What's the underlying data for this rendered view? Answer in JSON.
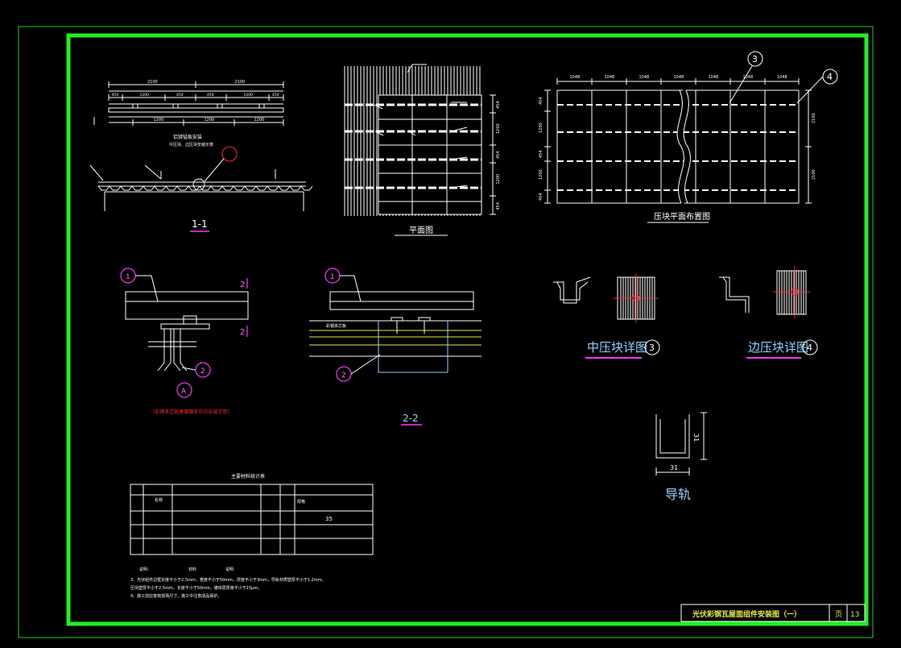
{
  "colors": {
    "background": "#000000",
    "frame": "#22ee22",
    "outer_frame": "#22cc22",
    "lines": "#ffffff",
    "callout": "#ff33ff",
    "note_red": "#ff2a2a",
    "cyan_text": "#8fd2ff",
    "yellow": "#e8e84a"
  },
  "section_1_1": {
    "label": "1-1",
    "top_dims": [
      "2100",
      "2100"
    ],
    "mid_dims": [
      "454",
      "1200",
      "454",
      "454",
      "1200",
      "454"
    ],
    "bottom_dims": [
      "1200",
      "1200",
      "1200"
    ],
    "caption": "铝镁锰板安装",
    "subcaption": "中压块、边压块安装示意"
  },
  "plan_view": {
    "label": "平面图",
    "right_dims": [
      "454",
      "1200",
      "454",
      "1200",
      "454"
    ]
  },
  "layout_view": {
    "label": "压块平面布置图",
    "top_dims": [
      "1048",
      "1048",
      "1048",
      "1048",
      "1048",
      "1048",
      "1048"
    ],
    "left_dims": [
      "454",
      "1200",
      "454",
      "1200",
      "454"
    ],
    "right_dims": [
      "2100",
      "2100"
    ],
    "callouts": [
      "3",
      "4"
    ]
  },
  "detail_a": {
    "callouts": [
      "1",
      "2"
    ],
    "section_marks": [
      "2",
      "2"
    ],
    "label": "A",
    "note": "(彩钢夹芯板屋面檩条节点安装示意)"
  },
  "section_2_2": {
    "label": "2-2",
    "callouts": [
      "1",
      "2"
    ],
    "small_label": "彩钢夹芯板"
  },
  "middle_clamp": {
    "title": "中压块详图",
    "num": "3"
  },
  "edge_clamp": {
    "title": "边压块详图",
    "num": "4"
  },
  "rail": {
    "title": "导轨",
    "width": "31",
    "height": "31"
  },
  "material_table": {
    "title": "主要材料统计表",
    "cell_1": "名称",
    "cell_2": "规格",
    "cell_3": "35"
  },
  "notes": {
    "header_1": "说明：",
    "header_2": "材料",
    "header_3": "说明",
    "line_1": "3、光伏组件边框长度不小于2.5mm，宽度不小于50mm，厚度不小于3mm，导轨材质壁厚不小于1.2mm。",
    "line_2": "压块壁厚不小于2.5mm，长度不小于50mm，镀锌层厚度不小于15μm。",
    "line_3": "4、施工前应复核现场尺寸，施工中注意成品保护。"
  },
  "title_block": {
    "title": "光伏彩钢瓦屋面组件安装图（一）",
    "page_label": "页",
    "page_number": "13"
  }
}
